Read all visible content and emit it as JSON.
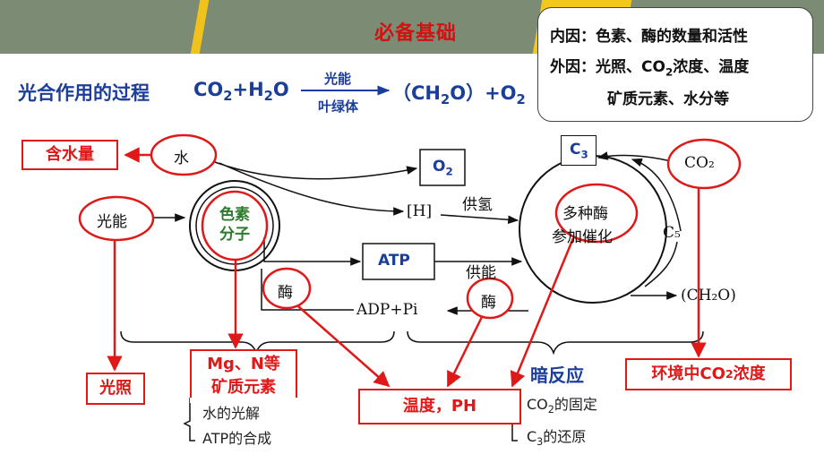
{
  "header": {
    "title": "必备基础"
  },
  "callout": {
    "line1": "内因：色素、酶的数量和活性",
    "line2_prefix": "外因：光照、CO",
    "line2_sub": "2",
    "line2_suffix": "浓度、温度",
    "line3": "矿质元素、水分等"
  },
  "equation": {
    "label": "光合作用的过程",
    "co2": "CO",
    "co2_sub": "2",
    "plus_h2o_a": "+H",
    "h2o_sub": "2",
    "h2o_b": "O",
    "above_arrow": "光能",
    "below_arrow": "叶绿体",
    "product_a": "（CH",
    "product_sub": "2",
    "product_b": "O）+O",
    "o2_sub": "2"
  },
  "diagram": {
    "water": "水",
    "light": "光能",
    "pigment_line1": "色素",
    "pigment_line2": "分子",
    "o2_main": "O",
    "o2_sub": "2",
    "h": "[H]",
    "supply_h": "供氢",
    "atp": "ATP",
    "supply_energy": "供能",
    "enzyme1": "酶",
    "enzyme2": "酶",
    "adp_pi": "ADP+Pi",
    "c3_main": "C",
    "c3_sub": "3",
    "c5": "C₅",
    "co2": "CO₂",
    "multi_enzyme_line1": "多种酶",
    "multi_enzyme_line2": "参加催化",
    "ch2o": "(CH₂O)"
  },
  "labels": {
    "water_content": "含水量",
    "illumination": "光照",
    "mineral_line1": "Mg、N等",
    "mineral_line2": "矿质元素",
    "temp_ph": "温度，PH",
    "env_co2_prefix": "环境中CO",
    "env_co2_sub": "2",
    "env_co2_suffix": "浓度",
    "dark_reaction": "暗反应",
    "co2_fix_prefix": "CO",
    "co2_fix_sub": "2",
    "co2_fix_suffix": "的固定",
    "c3_red_prefix": "C",
    "c3_red_sub": "3",
    "c3_red_suffix": "的还原",
    "water_photolysis": "水的光解",
    "atp_synthesis": "ATP的合成"
  },
  "colors": {
    "header_bar": "#7c8b74",
    "accent_yellow": "#f2c81d",
    "title_red": "#d21111",
    "equation_blue": "#1b3e9a",
    "annotation_red": "#e01818",
    "pigment_green": "#2d7a2d"
  }
}
